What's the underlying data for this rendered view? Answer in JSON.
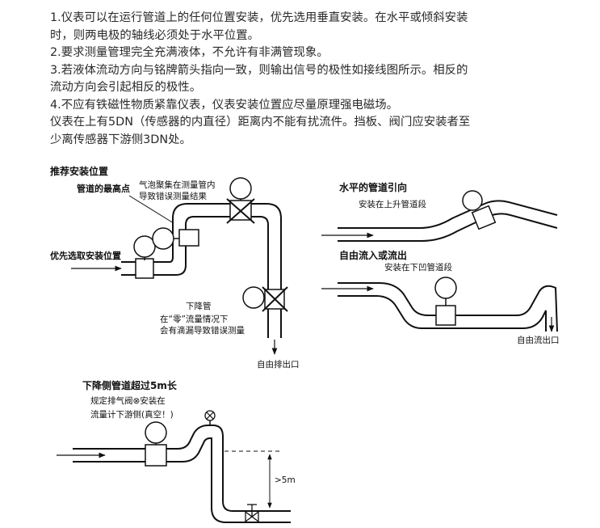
{
  "instructions": [
    "1.仪表可以在运行管道上的任何位置安装，优先选用垂直安装。在水平或倾斜安装",
    "时，则两电极的轴线必须处于水平位置。",
    "2.要求测量管理完全充满液体，不允许有非满管现象。",
    "3.若液体流动方向与铭牌箭头指向一致，则输出信号的极性如接线图所示。相反的",
    "流动方向会引起相反的极性。",
    "4.不应有铁磁性物质紧靠仪表，仪表安装位置应尽量原理强电磁场。",
    "仪表在上有5DN（传感器的内直径）距离内不能有扰流件。挡板、阀门应安装者至",
    "少离传感器下游侧3DN处。"
  ],
  "diagram1": {
    "title": "推荐安装位置",
    "highest_point": "管道的最高点",
    "bubble_note_1": "气泡聚集在测量管内",
    "bubble_note_2": "导致错误测量结果",
    "preferred": "优先选取安装位置",
    "downpipe": "下降管",
    "zero_note_1": "在“零”流量情况下",
    "zero_note_2": "会有滴漏导致错误测量",
    "free_outlet": "自由排出口"
  },
  "diagram2": {
    "title": "水平的管道引向",
    "note": "安装在上升管道段"
  },
  "diagram3": {
    "title": "自由流入或流出",
    "note": "安装在下凹管道段",
    "outlet": "自由流出口"
  },
  "diagram4": {
    "title": "下降侧管道超过5m长",
    "note_1": "规定排气阀⊗安装在",
    "note_2": "流量计下游侧(真空！)",
    "height": ">5m"
  }
}
